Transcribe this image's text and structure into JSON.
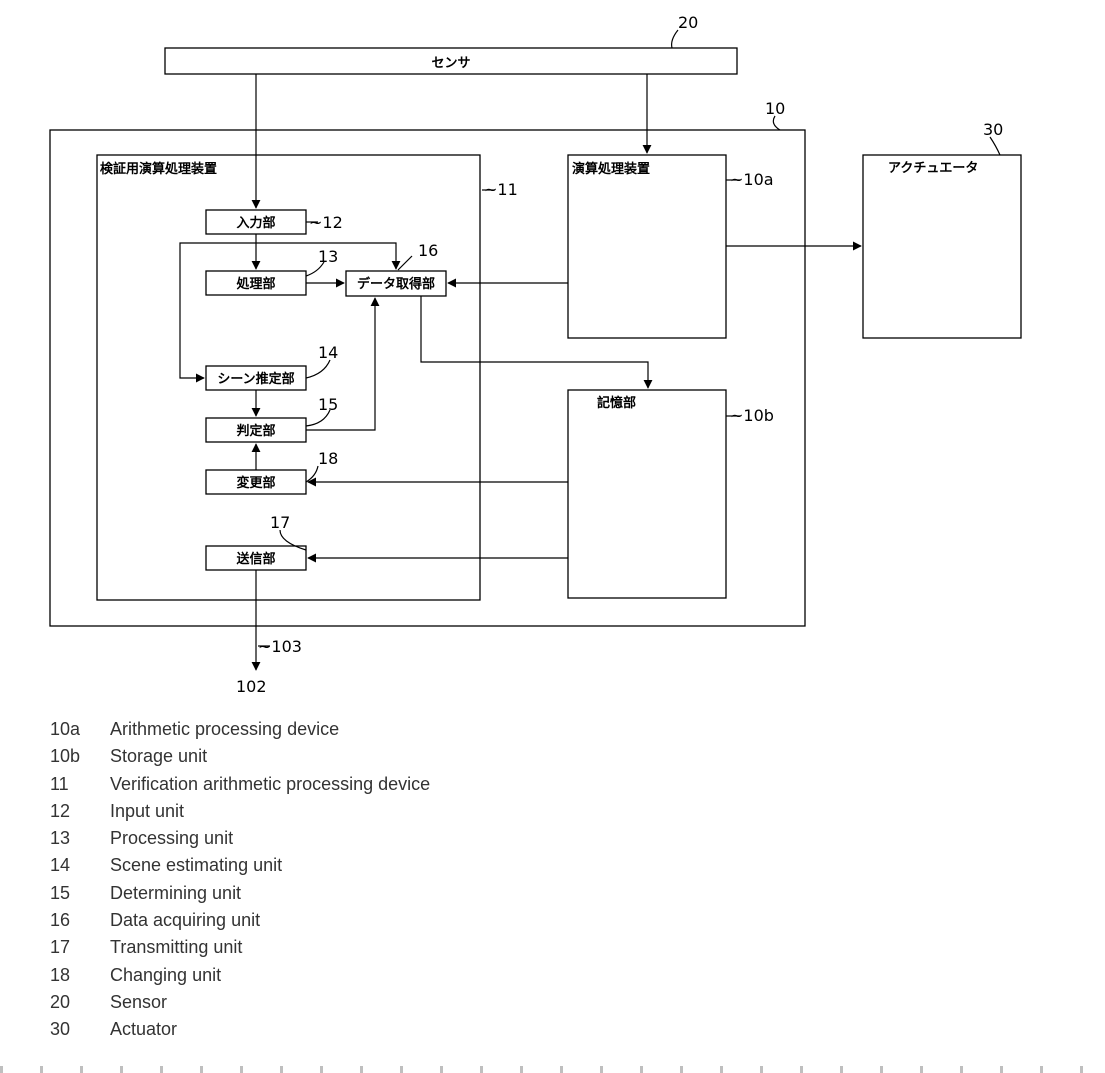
{
  "labels": {
    "sensor": "センサ",
    "actuator": "アクチュエータ",
    "arith_device": "演算処理装置",
    "storage": "記憶部",
    "verify_device": "検証用演算処理装置",
    "input": "入力部",
    "processing": "処理部",
    "data_acq": "データ取得部",
    "scene": "シーン推定部",
    "determining": "判定部",
    "changing": "変更部",
    "transmitting": "送信部"
  },
  "refs": {
    "r20": "20",
    "r10": "10",
    "r30": "30",
    "r11": "~11",
    "r10a": "~10a",
    "r10b": "~10b",
    "r12": "~12",
    "r13": "13",
    "r16": "16",
    "r14": "14",
    "r15": "15",
    "r18": "18",
    "r17": "17",
    "r103": "~103",
    "r102": "102"
  },
  "legend": [
    {
      "code": "10a",
      "text": "Arithmetic processing device"
    },
    {
      "code": "10b",
      "text": "Storage unit"
    },
    {
      "code": "11",
      "text": "Verification arithmetic processing device"
    },
    {
      "code": "12",
      "text": "Input unit"
    },
    {
      "code": "13",
      "text": "Processing unit"
    },
    {
      "code": "14",
      "text": "Scene estimating unit"
    },
    {
      "code": "15",
      "text": "Determining unit"
    },
    {
      "code": "16",
      "text": "Data acquiring unit"
    },
    {
      "code": "17",
      "text": "Transmitting unit"
    },
    {
      "code": "18",
      "text": "Changing unit"
    },
    {
      "code": "20",
      "text": "Sensor"
    },
    {
      "code": "30",
      "text": "Actuator"
    }
  ]
}
